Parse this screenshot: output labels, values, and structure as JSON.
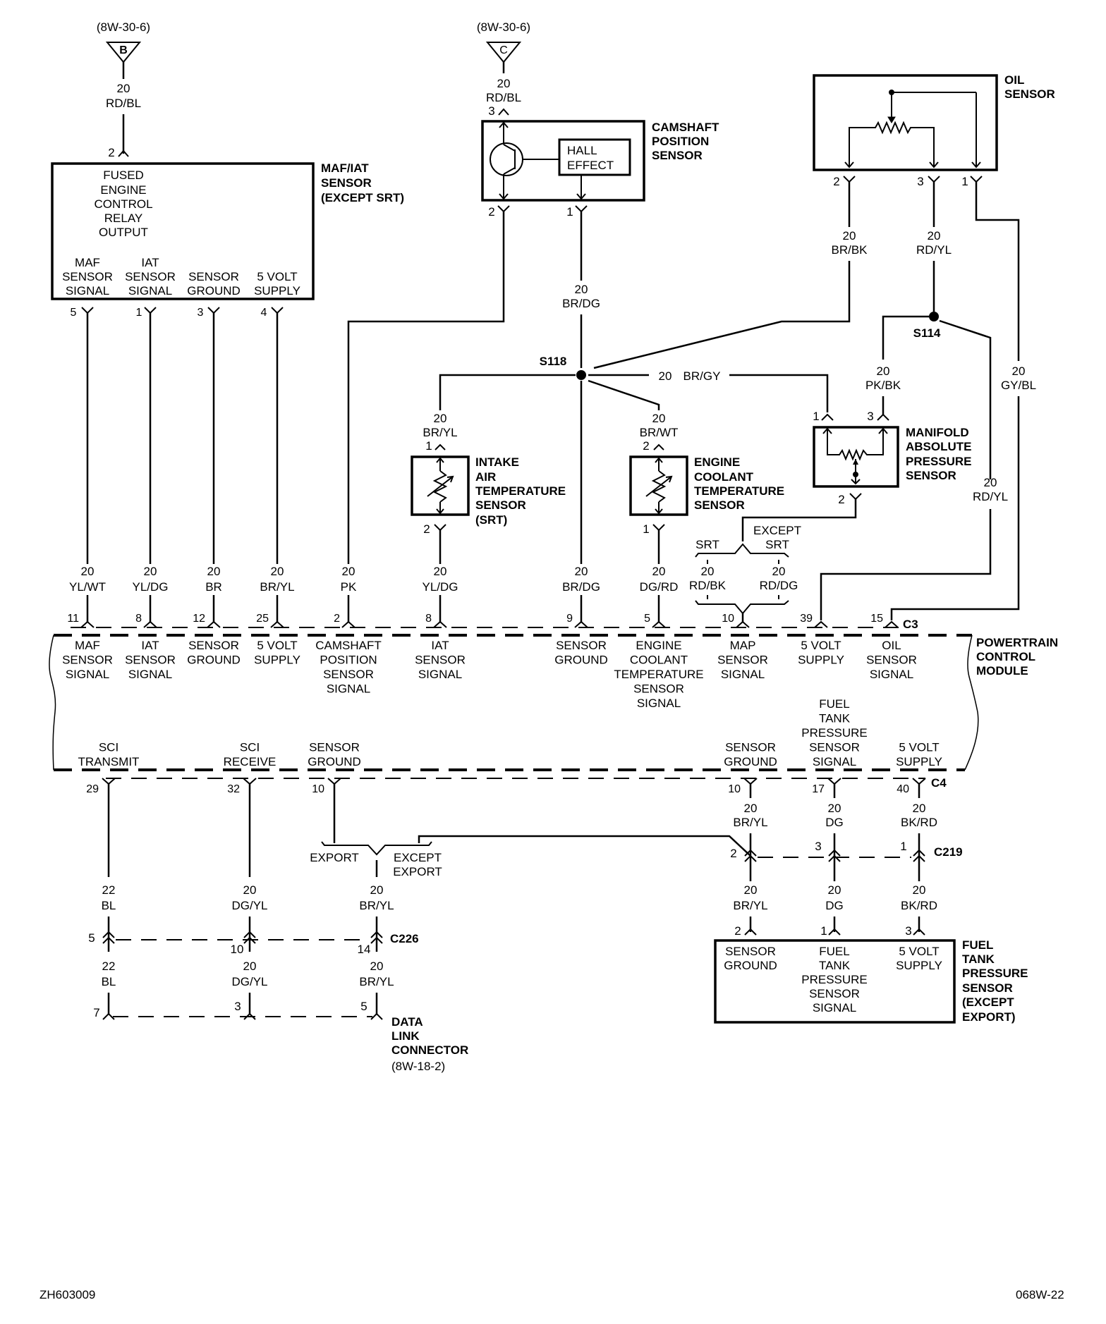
{
  "diagram": {
    "figure_id": "ZH603009",
    "page_code": "068W-22",
    "references": {
      "b": {
        "page": "(8W-30-6)",
        "letter": "B",
        "gauge": "20",
        "color": "RD/BL",
        "pin": "2"
      },
      "c": {
        "page": "(8W-30-6)",
        "letter": "C",
        "gauge": "20",
        "color": "RD/BL",
        "pin": "3"
      }
    },
    "maf_iat": {
      "title": [
        "MAF/IAT",
        "SENSOR",
        "(EXCEPT SRT)"
      ],
      "inner": [
        "FUSED",
        "ENGINE",
        "CONTROL",
        "RELAY",
        "OUTPUT"
      ],
      "pins": [
        {
          "pin": "5",
          "label": [
            "MAF",
            "SENSOR",
            "SIGNAL"
          ]
        },
        {
          "pin": "1",
          "label": [
            "IAT",
            "SENSOR",
            "SIGNAL"
          ]
        },
        {
          "pin": "3",
          "label": [
            "SENSOR",
            "GROUND"
          ]
        },
        {
          "pin": "4",
          "label": [
            "5 VOLT",
            "SUPPLY"
          ]
        }
      ]
    },
    "cmp": {
      "title": [
        "CAMSHAFT",
        "POSITION",
        "SENSOR"
      ],
      "inner": [
        "HALL",
        "EFFECT"
      ],
      "pins": [
        "2",
        "1"
      ],
      "wire_gauge": "20",
      "wire_color": "BR/DG"
    },
    "oil": {
      "title": [
        "OIL",
        "SENSOR"
      ],
      "pins": [
        "2",
        "3",
        "1"
      ],
      "wires": [
        {
          "gauge": "20",
          "color": "BR/BK"
        },
        {
          "gauge": "20",
          "color": "RD/YL"
        },
        {
          "gauge": "20",
          "color": "GY/BL"
        }
      ]
    },
    "splices": {
      "s118": "S118",
      "s114": "S114"
    },
    "br_gy": {
      "gauge": "20",
      "color": "BR/GY"
    },
    "iat": {
      "title": [
        "INTAKE",
        "AIR",
        "TEMPERATURE",
        "SENSOR",
        "(SRT)"
      ],
      "top": {
        "gauge": "20",
        "color": "BR/YL",
        "pin": "1"
      },
      "bottom_pin": "2"
    },
    "ect": {
      "title": [
        "ENGINE",
        "COOLANT",
        "TEMPERATURE",
        "SENSOR"
      ],
      "top": {
        "gauge": "20",
        "color": "BR/WT",
        "pin": "2"
      },
      "bottom_pin": "1"
    },
    "map": {
      "title": [
        "MANIFOLD",
        "ABSOLUTE",
        "PRESSURE",
        "SENSOR"
      ],
      "pins": [
        "1",
        "3",
        "2"
      ],
      "pk_bk": {
        "gauge": "20",
        "color": "PK/BK"
      },
      "rd_yl": {
        "gauge": "20",
        "color": "RD/YL"
      },
      "srt": "SRT",
      "except_srt": [
        "EXCEPT",
        "SRT"
      ],
      "srt_wire": {
        "gauge": "20",
        "color": "RD/BK"
      },
      "except_wire": {
        "gauge": "20",
        "color": "RD/DG"
      }
    },
    "pcm": {
      "title": [
        "POWERTRAIN",
        "CONTROL",
        "MODULE"
      ],
      "c3": "C3",
      "c4": "C4",
      "c3_pins": [
        {
          "pin": "11",
          "gauge": "20",
          "color": "YL/WT",
          "label": [
            "MAF",
            "SENSOR",
            "SIGNAL"
          ]
        },
        {
          "pin": "8",
          "gauge": "20",
          "color": "YL/DG",
          "label": [
            "IAT",
            "SENSOR",
            "SIGNAL"
          ]
        },
        {
          "pin": "12",
          "gauge": "20",
          "color": "BR",
          "label": [
            "SENSOR",
            "GROUND"
          ]
        },
        {
          "pin": "25",
          "gauge": "20",
          "color": "BR/YL",
          "label": [
            "5 VOLT",
            "SUPPLY"
          ]
        },
        {
          "pin": "2",
          "gauge": "20",
          "color": "PK",
          "label": [
            "CAMSHAFT",
            "POSITION",
            "SENSOR",
            "SIGNAL"
          ]
        },
        {
          "pin": "8",
          "gauge": "20",
          "color": "YL/DG",
          "label": [
            "IAT",
            "SENSOR",
            "SIGNAL"
          ]
        },
        {
          "pin": "9",
          "gauge": "20",
          "color": "BR/DG",
          "label": [
            "SENSOR",
            "GROUND"
          ]
        },
        {
          "pin": "5",
          "gauge": "20",
          "color": "DG/RD",
          "label": [
            "ENGINE",
            "COOLANT",
            "TEMPERATURE",
            "SENSOR",
            "SIGNAL"
          ]
        },
        {
          "pin": "10",
          "gauge": "",
          "color": "",
          "label": [
            "MAP",
            "SENSOR",
            "SIGNAL"
          ]
        },
        {
          "pin": "39",
          "gauge": "",
          "color": "",
          "label": [
            "5 VOLT",
            "SUPPLY"
          ]
        },
        {
          "pin": "15",
          "gauge": "",
          "color": "",
          "label": [
            "OIL",
            "SENSOR",
            "SIGNAL"
          ]
        }
      ],
      "c4_pins": [
        {
          "pin": "29",
          "label": [
            "SCI",
            "TRANSMIT"
          ]
        },
        {
          "pin": "32",
          "label": [
            "SCI",
            "RECEIVE"
          ]
        },
        {
          "pin": "10",
          "label": [
            "SENSOR",
            "GROUND"
          ]
        },
        {
          "pin": "10",
          "label": [
            "SENSOR",
            "GROUND"
          ]
        },
        {
          "pin": "17",
          "label": [
            "FUEL",
            "TANK",
            "PRESSURE",
            "SENSOR",
            "SIGNAL"
          ]
        },
        {
          "pin": "40",
          "label": [
            "5 VOLT",
            "SUPPLY"
          ]
        }
      ]
    },
    "export_split": {
      "export": "EXPORT",
      "except_export": [
        "EXCEPT",
        "EXPORT"
      ]
    },
    "c226": {
      "name": "C226",
      "columns": [
        {
          "upper": {
            "gauge": "22",
            "color": "BL"
          },
          "pin": "5",
          "lower": {
            "gauge": "22",
            "color": "BL"
          },
          "dlc_pin": "7"
        },
        {
          "upper": {
            "gauge": "20",
            "color": "DG/YL"
          },
          "pin": "10",
          "lower": {
            "gauge": "20",
            "color": "DG/YL"
          },
          "dlc_pin": "3"
        },
        {
          "upper": {
            "gauge": "20",
            "color": "BR/YL"
          },
          "pin": "14",
          "lower": {
            "gauge": "20",
            "color": "BR/YL"
          },
          "dlc_pin": "5"
        }
      ]
    },
    "dlc": {
      "title": [
        "DATA",
        "LINK",
        "CONNECTOR"
      ],
      "ref": "(8W-18-2)"
    },
    "c219": {
      "name": "C219",
      "columns": [
        {
          "upper": {
            "gauge": "20",
            "color": "BR/YL"
          },
          "pin": "2",
          "lower": {
            "gauge": "20",
            "color": "BR/YL"
          },
          "sensor_pin": "2"
        },
        {
          "upper": {
            "gauge": "20",
            "color": "DG"
          },
          "pin": "3",
          "lower": {
            "gauge": "20",
            "color": "DG"
          },
          "sensor_pin": "1"
        },
        {
          "upper": {
            "gauge": "20",
            "color": "BK/RD"
          },
          "pin": "1",
          "lower": {
            "gauge": "20",
            "color": "BK/RD"
          },
          "sensor_pin": "3"
        }
      ]
    },
    "ftp": {
      "title": [
        "FUEL",
        "TANK",
        "PRESSURE",
        "SENSOR",
        "(EXCEPT",
        "EXPORT)"
      ],
      "inner": [
        [
          "SENSOR",
          "GROUND"
        ],
        [
          "FUEL",
          "TANK",
          "PRESSURE",
          "SENSOR",
          "SIGNAL"
        ],
        [
          "5 VOLT",
          "SUPPLY"
        ]
      ]
    }
  }
}
